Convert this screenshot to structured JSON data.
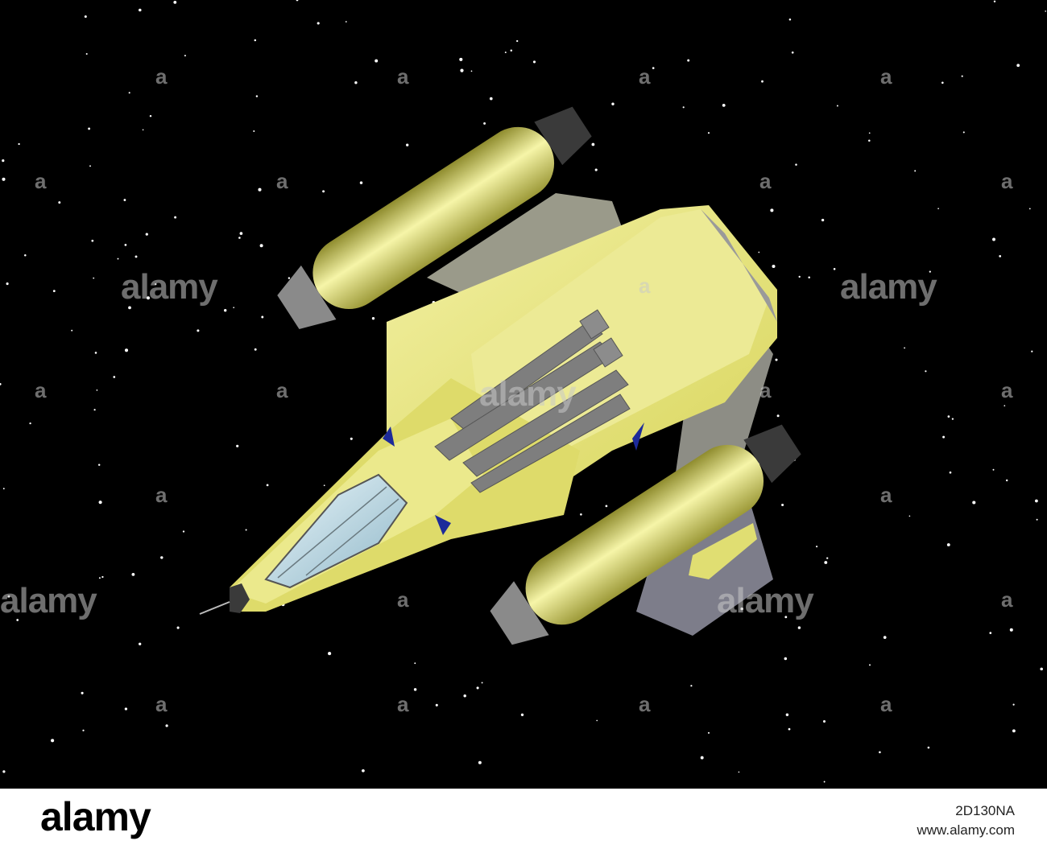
{
  "scene": {
    "subject": "spaceship-in-space",
    "colors": {
      "space": "#000000",
      "hull": "#e6e47a",
      "hull_shade": "#b8b54a",
      "panel": "#8a8a8a",
      "nozzle": "#3a3a3a",
      "canopy": "#cfe6ee",
      "accent_blue": "#1c2a9a",
      "star": "#ffffff"
    }
  },
  "watermark": {
    "text": "alamy",
    "small_mark": "a"
  },
  "footer": {
    "logo": "alamy",
    "image_id": "2D130NA",
    "url": "www.alamy.com"
  }
}
